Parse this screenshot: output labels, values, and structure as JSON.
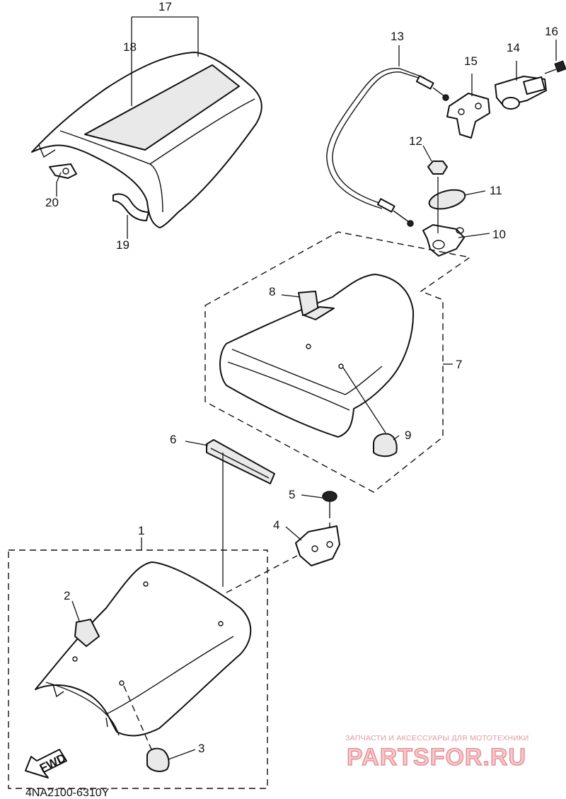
{
  "diagram": {
    "part_code": "4NA2100-6310Y",
    "fwd_label": "FWD",
    "callouts": [
      "1",
      "2",
      "3",
      "4",
      "5",
      "6",
      "7",
      "8",
      "9",
      "10",
      "11",
      "12",
      "13",
      "14",
      "15",
      "16",
      "17",
      "18",
      "19",
      "20"
    ]
  },
  "watermark": {
    "tagline": "ЗАПЧАСТИ И АКСЕССУАРЫ ДЛЯ МОТОТЕХНИКИ",
    "brand": "PARTSFOR.RU",
    "colors": {
      "fill": "#f2c3c6",
      "stroke": "#e27d85",
      "text": "#e08d91"
    }
  }
}
